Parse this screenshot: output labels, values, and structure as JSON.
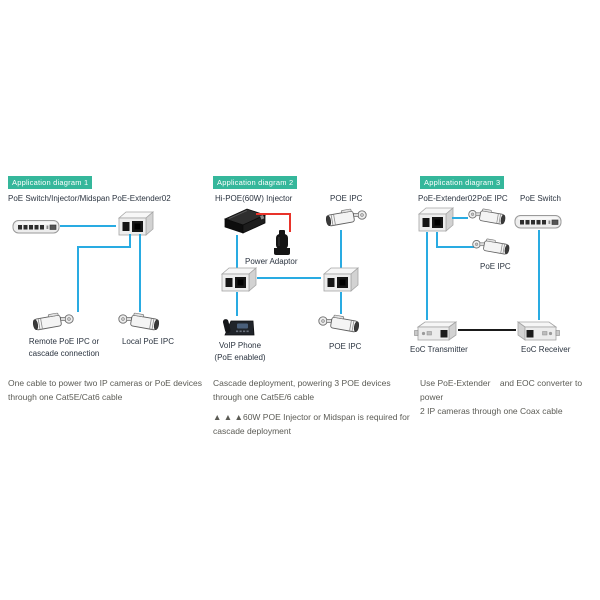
{
  "colors": {
    "accent_teal": "#35b79b",
    "cable_cyan": "#29abe2",
    "cable_red": "#e8332a",
    "cable_black": "#1a1a1a",
    "label_color": "#2b3440",
    "caption_color": "#5b5b55"
  },
  "panels": [
    {
      "badge": "Application diagram 1",
      "labels": {
        "top_left": "PoE Switch/Injector/Midspan",
        "top_right": "PoE-Extender02",
        "bottom_left": "Remote PoE IPC or\ncascade connection",
        "bottom_right": "Local PoE IPC"
      },
      "devices": [
        "poe-switch",
        "poe-extender02",
        "remote-poe-ipc-camera",
        "local-poe-ipc-camera"
      ],
      "caption": "One cable to power two IP cameras or PoE devices\nthrough one Cat5E/Cat6 cable"
    },
    {
      "badge": "Application diagram 2",
      "labels": {
        "top_left": "Hi-POE(60W) Injector",
        "top_right": "POE IPC",
        "adaptor": "Power Adaptor",
        "bottom_left": "VoIP Phone\n(PoE enabled)",
        "bottom_right": "POE IPC"
      },
      "devices": [
        "hi-poe-60w-injector",
        "power-adaptor",
        "poe-extender-left",
        "poe-extender-right",
        "poe-ipc-camera-top",
        "voip-phone",
        "poe-ipc-camera-bottom"
      ],
      "caption": "Cascade deployment, powering 3 POE devices\nthrough one Cat5E/6 cable",
      "note": "▲ ▲ ▲60W POE Injector or Midspan is required for\ncascade deployment"
    },
    {
      "badge": "Application diagram 3",
      "labels": {
        "top_left": "PoE-Extender02",
        "top_mid": "PoE IPC",
        "top_right": "PoE Switch",
        "mid_camera": "PoE IPC",
        "bottom_left": "EoC Transmitter",
        "bottom_right": "EoC Receiver"
      },
      "devices": [
        "poe-extender02",
        "poe-ipc-camera-1",
        "poe-ipc-camera-2",
        "poe-switch",
        "eoc-transmitter",
        "eoc-receiver"
      ],
      "caption": "Use PoE-Extender    and EOC converter to power\n2 IP cameras through one Coax cable"
    }
  ]
}
